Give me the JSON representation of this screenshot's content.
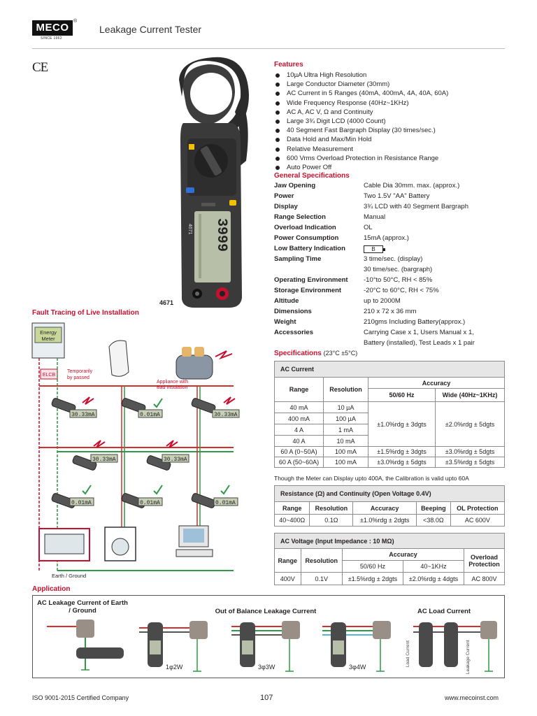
{
  "header": {
    "brand": "MECO",
    "since": "SINCE 1962",
    "title": "Leakage Current Tester",
    "ce_mark": "CE"
  },
  "product": {
    "model": "4671",
    "lcd_reading": "3999",
    "meter_brand": "4671"
  },
  "features": {
    "title": "Features",
    "items": [
      "10µA Ultra High Resolution",
      "Large Conductor Diameter (30mm)",
      "AC Current in 5 Ranges (40mA, 400mA, 4A, 40A, 60A)",
      "Wide Frequency Response (40Hz~1KHz)",
      "AC A, AC V, Ω and Continuity",
      "Large 3¾ Digit LCD (4000 Count)",
      "40 Segment Fast Bargraph Display (30 times/sec.)",
      "Data Hold and Max/Min Hold",
      "Relative Measurement",
      "600 Vrms Overload Protection in Resistance Range",
      "Auto Power Off"
    ]
  },
  "general_specs": {
    "title": "General Specifications",
    "rows": [
      {
        "k": "Jaw Opening",
        "v": "Cable Dia 30mm. max. (approx.)"
      },
      {
        "k": "Power",
        "v": "Two 1.5V \"AA\" Battery"
      },
      {
        "k": "Display",
        "v": "3¾ LCD with 40 Segment Bargraph"
      },
      {
        "k": "Range Selection",
        "v": "Manual"
      },
      {
        "k": "Overload Indication",
        "v": "OL"
      },
      {
        "k": "Power Consumption",
        "v": "15mA (approx.)"
      },
      {
        "k": "Low Battery Indication",
        "v": "B"
      },
      {
        "k": "Sampling Time",
        "v": "3 time/sec. (display)"
      },
      {
        "k": "",
        "v": "30 time/sec. (bargraph)"
      },
      {
        "k": "Operating Environment",
        "v": "-10°to 50°C, RH < 85%"
      },
      {
        "k": "Storage Environment",
        "v": "-20°C to 60°C, RH < 75%"
      },
      {
        "k": "Altitude",
        "v": "up to 2000M"
      },
      {
        "k": "Dimensions",
        "v": "210 x 72 x 36 mm"
      },
      {
        "k": "Weight",
        "v": "210gms Including Battery(approx.)"
      },
      {
        "k": "Accessories",
        "v": "Carrying Case x 1, Users Manual x 1,"
      },
      {
        "k": "",
        "v": "Battery (installed), Test Leads x 1 pair"
      }
    ]
  },
  "specifications": {
    "title": "Specifications",
    "condition": "(23°C ±5°C)"
  },
  "ac_current": {
    "title": "AC Current",
    "h_range": "Range",
    "h_resolution": "Resolution",
    "h_accuracy": "Accuracy",
    "h_5060": "50/60 Hz",
    "h_wide": "Wide (40Hz~1KHz)",
    "rows": [
      {
        "range": "40 mA",
        "res": "10 µA"
      },
      {
        "range": "400 mA",
        "res": "100 µA"
      },
      {
        "range": "4 A",
        "res": "1 mA"
      },
      {
        "range": "40 A",
        "res": "10 mA"
      },
      {
        "range": "60 A (0~50A)",
        "res": "100 mA",
        "a1": "±1.5%rdg ± 3dgts",
        "a2": "±3.0%rdg ± 5dgts"
      },
      {
        "range": "60 A (50~60A)",
        "res": "100 mA",
        "a1": "±3.0%rdg ± 5dgts",
        "a2": "±3.5%rdg ± 5dgts"
      }
    ],
    "merged_a1": "±1.0%rdg ± 3dgts",
    "merged_a2": "±2.0%rdg ± 5dgts",
    "note": "Though the Meter can Display upto 400A, the Calibration is valid upto 60A"
  },
  "resistance": {
    "title": "Resistance (Ω) and Continuity (Open Voltage 0.4V)",
    "headers": [
      "Range",
      "Resolution",
      "Accuracy",
      "Beeping",
      "OL Protection"
    ],
    "row": [
      "40~400Ω",
      "0.1Ω",
      "±1.0%rdg ± 2dgts",
      "<38.0Ω",
      "AC 600V"
    ]
  },
  "ac_voltage": {
    "title": "AC Voltage (Input Impedance : 10 MΩ)",
    "h_range": "Range",
    "h_resolution": "Resolution",
    "h_accuracy": "Accuracy",
    "h_5060": "50/60 Hz",
    "h_1k": "40~1KHz",
    "h_overload": "Overload Protection",
    "row": [
      "400V",
      "0.1V",
      "±1.5%rdg ± 2dgts",
      "±2.0%rdg ± 4dgts",
      "AC 800V"
    ]
  },
  "fault": {
    "title": "Fault Tracing of Live Installation",
    "energy_meter": "Energy Meter",
    "elcb": "ELCB",
    "bypass": "Temporarily by passed",
    "appliance": "Appliance with Bad Insulation",
    "earth": "Earth / Ground",
    "readings": [
      "30.33mA",
      "0.01mA",
      "30.33mA",
      "30.33mA",
      "30.33mA",
      "0.01mA",
      "0.01mA",
      "0.01mA"
    ]
  },
  "application": {
    "title": "Application",
    "label_earth": "AC Leakage Current of Earth / Ground",
    "label_balance": "Out of Balance Leakage Current",
    "label_load": "AC Load Current",
    "sub_1p2w": "1φ2W",
    "sub_3p3w": "3φ3W",
    "sub_3p4w": "3φ4W",
    "load_current": "Load Current",
    "leakage_current": "Leakage Current"
  },
  "footer": {
    "iso": "ISO 9001-2015 Certified Company",
    "page": "107",
    "url": "www.mecoinst.com"
  },
  "colors": {
    "accent": "#c8102e",
    "meter_body": "#3a3a3a",
    "lcd": "#b8bfa8",
    "wire_red": "#d32f2f",
    "wire_green": "#2e9a45"
  }
}
